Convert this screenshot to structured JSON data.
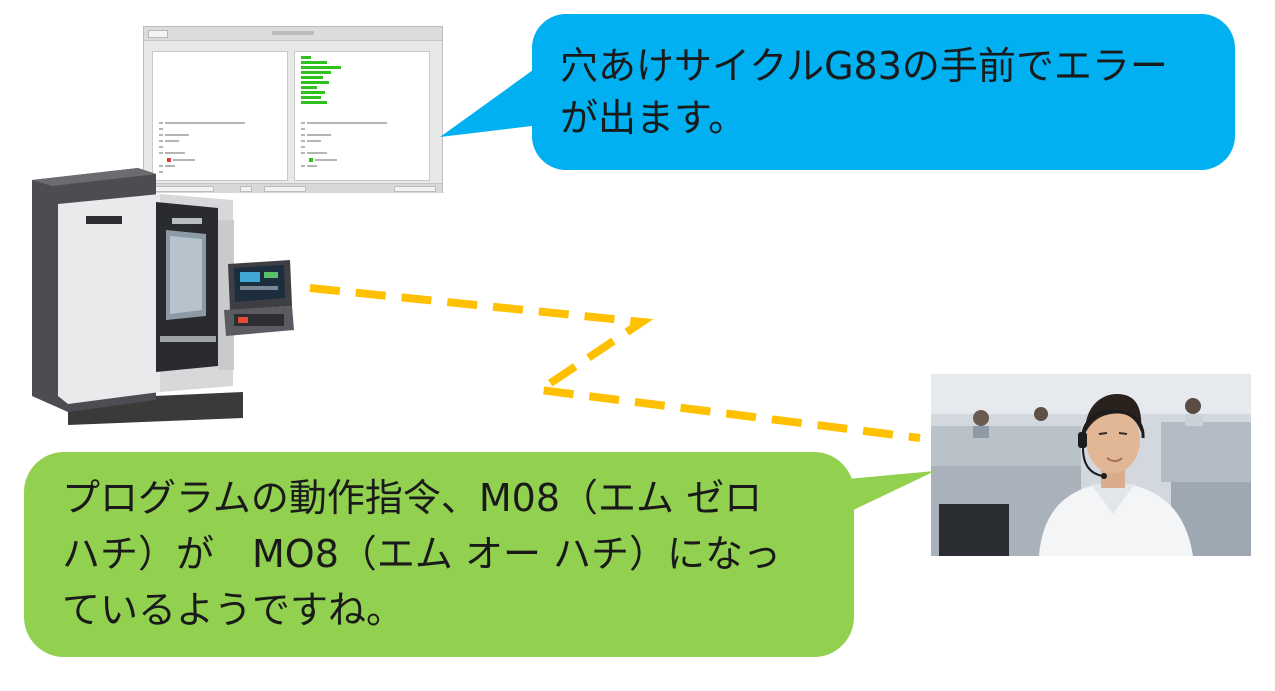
{
  "scene": {
    "machine_icon": "cnc-machine-icon",
    "operator_icon": "support-operator-photo",
    "colors": {
      "blue_bubble": "#00b0f0",
      "green_bubble": "#92d050",
      "connection_dash": "#ffc000",
      "code_highlight": "#2fc11e"
    }
  },
  "messages": {
    "machine_error": "穴あけサイクルG83の手前でエラー\nが出ます。",
    "support_reply": "プログラムの動作指令、M08（エム ゼロ\nハチ）が　MO8（エム オー ハチ）になっ\nているようですね。"
  }
}
